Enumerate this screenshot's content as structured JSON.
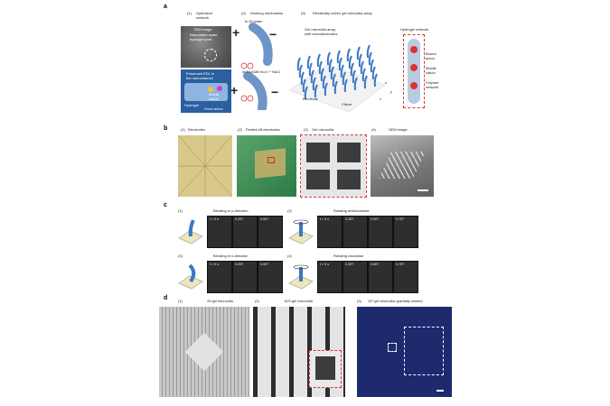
{
  "panel_a": {
    "letter": "a",
    "sub1_title": "(1)",
    "sub1_caption": "Optimized network",
    "tem_label": "TEM image",
    "tem_note": "Nanometer-scale hydrogel pore",
    "edl_label1": "Enhanced EDL in",
    "edl_label2": "the nanochannel",
    "mobile_cation": "Mobile cation",
    "hydrogel": "Hydrogel",
    "fixed_anion": "Fixed anion",
    "sub2_title": "(2)",
    "sub2_caption": "Working mechanism",
    "di_water": "In DI water",
    "nacl": "In 0.15380 mol l⁻¹ NaCl",
    "plus": "+",
    "minus": "−",
    "sub3_title": "(3)",
    "sub3_caption": "Electrically driven gel microcilia array",
    "array_label1": "Gel microcilia array",
    "array_label2": "with microelectrodes",
    "electrode": "Electrode",
    "cilium": "Cilium",
    "hydrogel_network": "Hydrogel network",
    "bound_anion": "Bound anion",
    "mobile_cation2": "Mobile cation",
    "polymer_network": "Polymer network",
    "axis_x": "x",
    "axis_y": "y",
    "axis_z": "z"
  },
  "panel_b": {
    "letter": "b",
    "s1": "(1)",
    "c1": "Electrodes",
    "s2": "(2)",
    "c2": "Peeled-off electrodes",
    "s3": "(3)",
    "c3": "Gel microcilia",
    "s4": "(4)",
    "c4": "SEM image"
  },
  "panel_c": {
    "letter": "c",
    "s1": "(1)",
    "c1": "Bending in y-direction",
    "s2": "(2)",
    "c2": "Rotating anticlockwise",
    "s3": "(3)",
    "c3": "Bending in x-direction",
    "s4": "(4)",
    "c4": "Rotating clockwise",
    "times": [
      "t = 0 s",
      "0.25T",
      "0.50T"
    ],
    "times_b": [
      "t = 0 s",
      "0.25T",
      "0.50T",
      "0.75T"
    ]
  },
  "panel_d": {
    "letter": "d",
    "s1": "(1)",
    "c1": "25 gel microcilia",
    "s2": "(2)",
    "c2": "625 gel microcilia",
    "s3": "(3)",
    "c3": "10⁴ gel microcilia (partially shown)"
  },
  "colors": {
    "accent_red": "#d22",
    "cilia_blue": "#3b78c3",
    "electrode_gold": "#d8c98a",
    "d3_blue": "#1e2a6e"
  }
}
